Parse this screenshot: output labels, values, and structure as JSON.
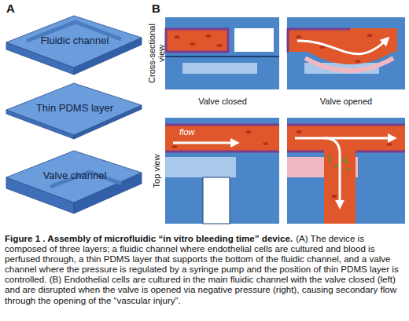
{
  "diagram": {
    "title": "Figure 1 . Assembly of microfluidic “in vitro bleeding time” device.",
    "caption": "(A) The device is composed of three layers; a fluidic channel where endothelial cells are cultured and blood is perfused through, a thin PDMS layer that supports the bottom of the fluidic channel, and a valve channel where the pressure is regulated by a syringe pump and the position of thin PDMS layer is controlled. (B) Endothelial cells are cultured in the main fluidic channel with the valve closed (left) and are disrupted when the valve is opened via negative pressure (right), causing secondary flow through the opening of the “vascular injury”.",
    "nodes": [
      {
        "text": [
          "Fluidic channel"
        ]
      },
      {
        "text": [
          "Thin PDMS layer"
        ]
      },
      {
        "text": [
          "Valve channel"
        ]
      }
    ],
    "labels": [
      "A",
      "B",
      "Cross-sectional view",
      "Valve closed",
      "Valve opened",
      "Top view",
      "flow"
    ]
  }
}
